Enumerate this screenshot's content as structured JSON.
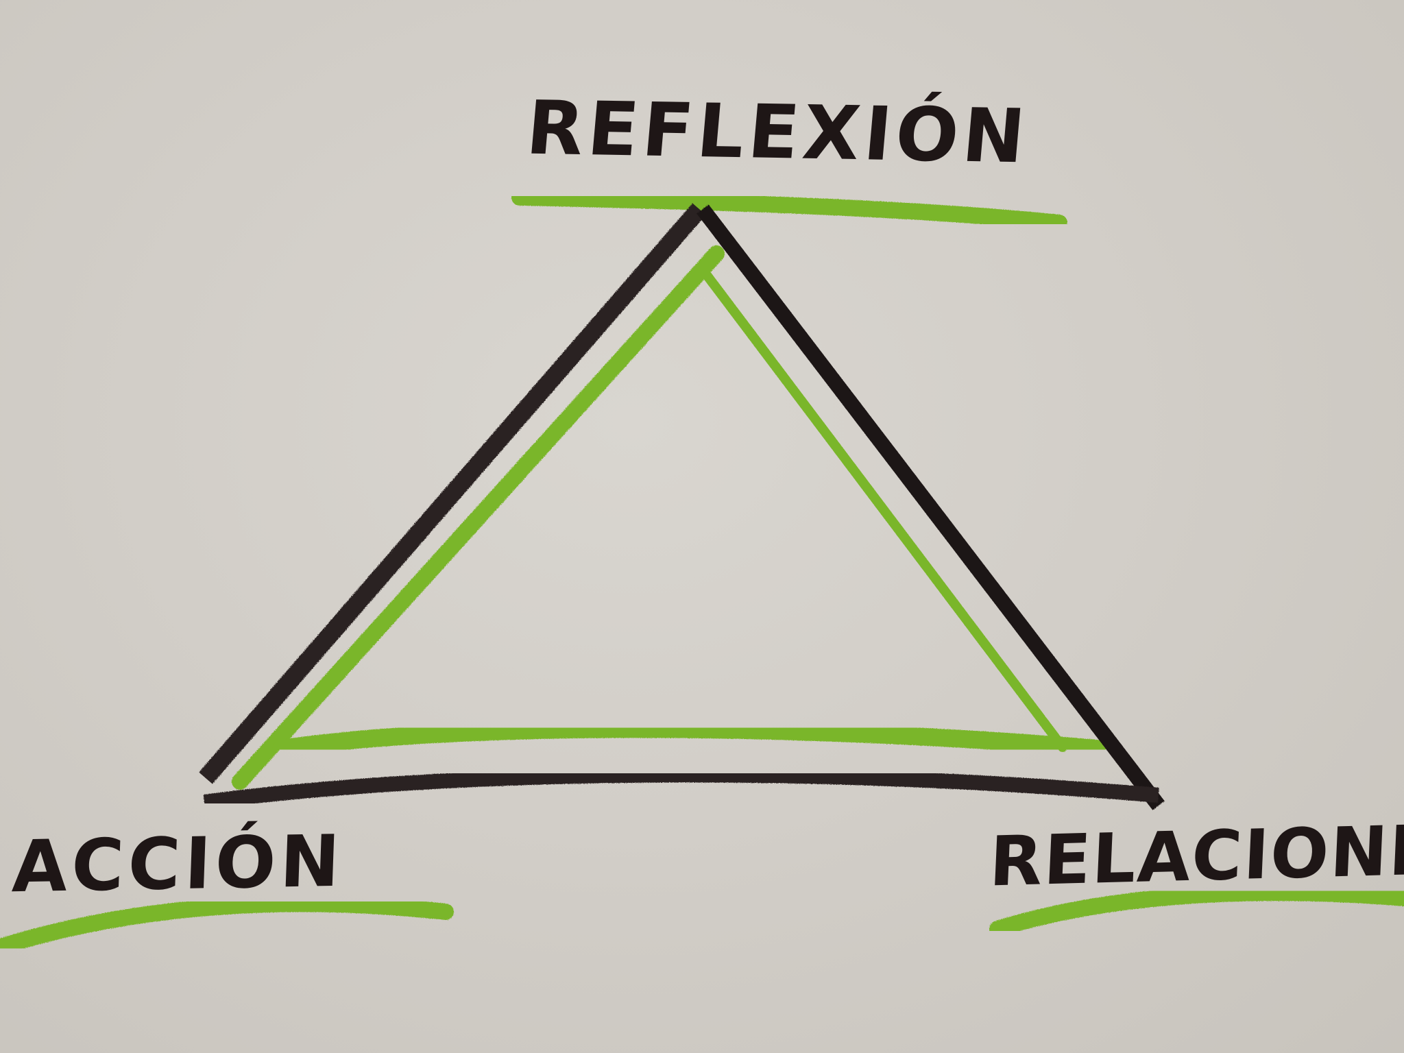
{
  "diagram": {
    "type": "hand-drawn concept triangle",
    "vertices": [
      {
        "id": "top",
        "label": "REFLEXIÓN"
      },
      {
        "id": "bottom-left",
        "label": "ACCIÓN"
      },
      {
        "id": "bottom-right",
        "label": "RELACIONES"
      }
    ],
    "colors": {
      "paper": "#d2cec8",
      "ink": "#1e1616",
      "highlight": "#7ab62a"
    }
  }
}
